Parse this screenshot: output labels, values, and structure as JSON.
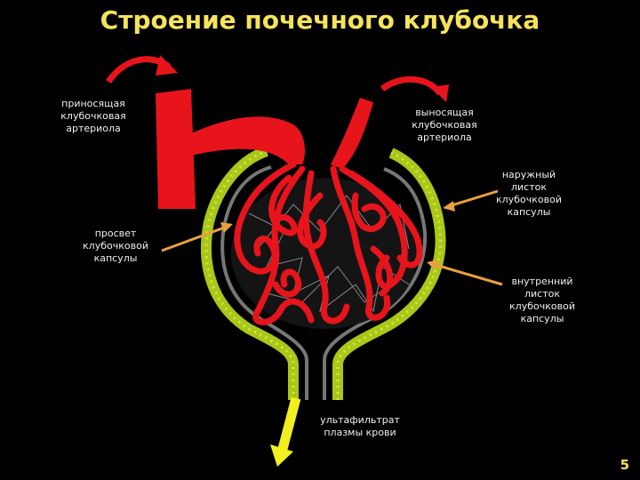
{
  "title": "Строение почечного клубочка",
  "labels": {
    "afferent": "приносящая\nклубочковая\nартериола",
    "efferent": "выносящая\nклубочковая\nартериола",
    "outer_layer": "наружный\nлисток\nклубочковой\nкапсулы",
    "lumen": "просвет\nклубочковой\nкапсулы",
    "inner_layer": "внутренний\nлисток\nклубочковой\nкапсулы",
    "filtrate": "ультафильтрат\nплазмы крови"
  },
  "page_number": "5",
  "colors": {
    "title": "#f5e45a",
    "vessel": "#e8141c",
    "capsule": "#a8c81a",
    "capsule_dots": "#e8e040",
    "arrow": "#e8a040",
    "flow_arrow": "#f0f020"
  }
}
